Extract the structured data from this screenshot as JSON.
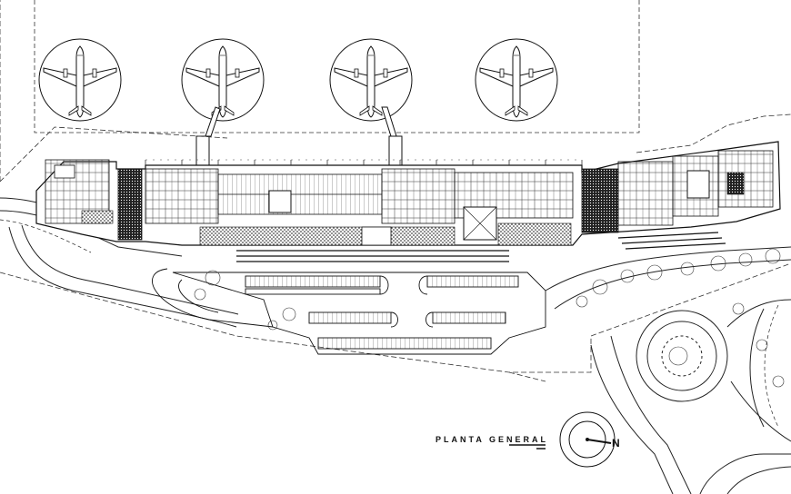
{
  "drawing": {
    "title": "PLANTA GENERAL",
    "north_label": "N",
    "aircraft_positions": 4,
    "line_color": "#111111",
    "background_color": "#ffffff"
  }
}
